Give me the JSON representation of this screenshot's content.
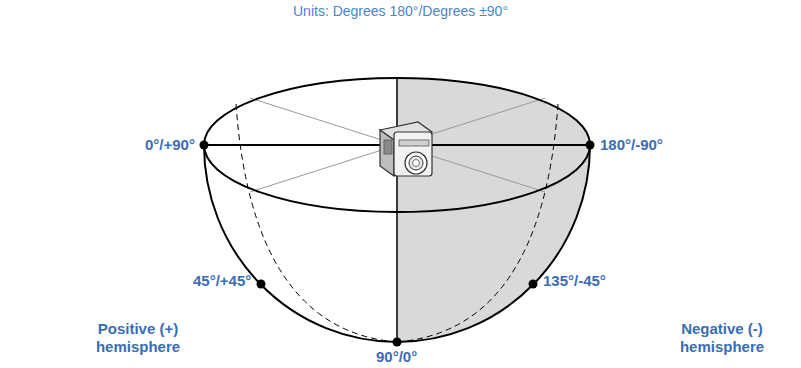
{
  "diagram": {
    "title": "Units: Degrees 180°/Degrees ±90°",
    "labels": [
      "0°/+90°",
      "180°/-90°",
      "45°/+45°",
      "135°/-45°",
      "90°/0°",
      "Positive (+) hemisphere",
      "Negative (-) hemisphere"
    ]
  }
}
